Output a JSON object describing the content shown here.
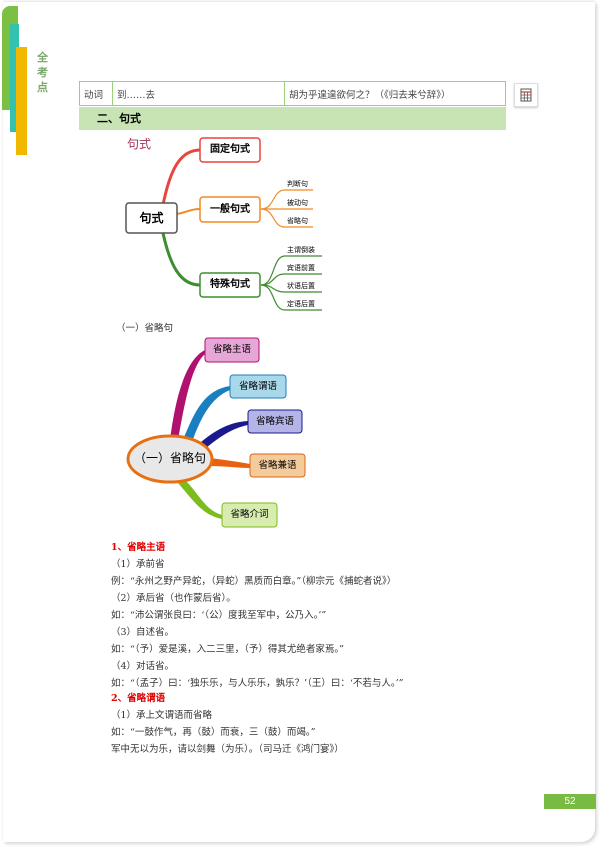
{
  "sidebar": {
    "label": "全考点"
  },
  "table": {
    "row": [
      "动词",
      "到……去",
      "胡为乎遑遑欲何之？（《归去来兮辞》）"
    ]
  },
  "section_header": "二、句式",
  "mindmap1": {
    "caption": "句式",
    "center": "句式",
    "branches": [
      {
        "label": "固定句式",
        "color": "#e8453c",
        "children": []
      },
      {
        "label": "一般句式",
        "color": "#f08a24",
        "children": [
          "判断句",
          "被动句",
          "省略句"
        ]
      },
      {
        "label": "特殊句式",
        "color": "#3e8e2f",
        "children": [
          "主谓倒装",
          "宾语前置",
          "状语后置",
          "定语后置"
        ]
      }
    ]
  },
  "subsection": "（一）省略句",
  "mindmap2": {
    "center": "（一）省略句",
    "branches": [
      {
        "label": "省略主语",
        "color": "#b0106e",
        "fill": "#e6a6d6"
      },
      {
        "label": "省略谓语",
        "color": "#1a7fc0",
        "fill": "#a8d8ea"
      },
      {
        "label": "省略宾语",
        "color": "#1a1a8c",
        "fill": "#b4b4e8"
      },
      {
        "label": "省略兼语",
        "color": "#e86010",
        "fill": "#f4cc9c"
      },
      {
        "label": "省略介词",
        "color": "#7cbc1c",
        "fill": "#d8ecb0"
      }
    ]
  },
  "lines": [
    {
      "text": "1、省略主语",
      "heading": true
    },
    {
      "text": "（1）承前省"
    },
    {
      "text": "例：“永州之野产异蛇，（异蛇）黑质而白章。”（柳宗元《捕蛇者说》）"
    },
    {
      "text": "（2）承后省（也作蒙后省）。"
    },
    {
      "text": "如：“沛公谓张良曰：‘（公）度我至军中，公乃入。’”"
    },
    {
      "text": "（3）自述省。"
    },
    {
      "text": "如：“（予）爱是溪，入二三里，（予）得其尤绝者家焉。”"
    },
    {
      "text": "（4）对话省。"
    },
    {
      "text": "如：“（孟子）曰：‘独乐乐，与人乐乐，孰乐？’（王）曰：‘不若与人。’”"
    },
    {
      "text": "2、省略谓语",
      "heading": true
    },
    {
      "text": "（1）承上文谓语而省略"
    },
    {
      "text": "如：“一鼓作气，再（鼓）而衰，三（鼓）而竭。”"
    },
    {
      "text": "军中无以为乐，请以剑舞（为乐）。（司马迁《鸿门宴》）"
    }
  ],
  "page_number": "52"
}
